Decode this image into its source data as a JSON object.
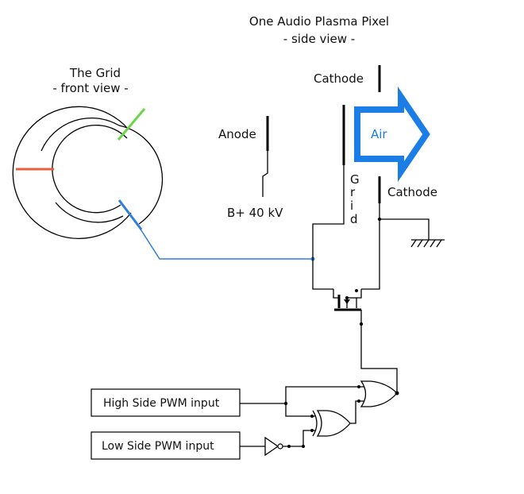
{
  "side_view": {
    "title": "One Audio Plasma Pixel",
    "subtitle": "- side view -",
    "cathode_top": "Cathode",
    "cathode_bottom": "Cathode",
    "anode": "Anode",
    "grid_letters": [
      "G",
      "r",
      "i",
      "d"
    ],
    "air": "Air",
    "supply": "B+ 40 kV"
  },
  "front_view": {
    "title": "The Grid",
    "subtitle": "- front view -"
  },
  "inputs": {
    "high_side": "High Side PWM input",
    "low_side": "Low Side PWM input"
  },
  "colors": {
    "grid_wire": "#2f7fd6",
    "air_arrow": "#1a7ee6",
    "air_text": "#1a7ee6",
    "cathode_lead": "#e8603a",
    "anode_lead": "#6bd64a"
  }
}
